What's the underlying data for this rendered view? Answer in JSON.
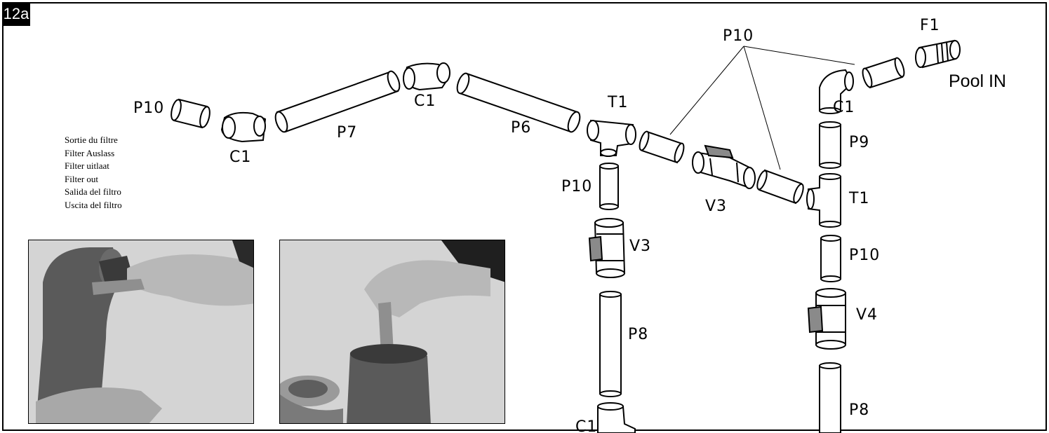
{
  "figure_number": "12a",
  "labels": {
    "p10_left": "P10",
    "c1_left": "C1",
    "p7": "P7",
    "c1_top": "C1",
    "p6": "P6",
    "t1_left": "T1",
    "p10_below_t1": "P10",
    "v3_vertical": "V3",
    "p8_left": "P8",
    "c1_bottom": "C1",
    "v3_horizontal": "V3",
    "p10_callout": "P10",
    "f1": "F1",
    "pool_in": "Pool IN",
    "c1_right": "C1",
    "p9": "P9",
    "t1_right": "T1",
    "p10_right": "P10",
    "v4": "V4",
    "p8_right": "P8"
  },
  "caption_lines": [
    "Sortie du filtre",
    "Filter Auslass",
    "Filter uitlaat",
    "Filter out",
    "Salida del filtro",
    "Uscita del filtro"
  ],
  "colors": {
    "ink": "#000000",
    "pipe_fill": "#ffffff",
    "valve_handle": "#8a8a8a",
    "photo_bg": "#d4d4d4",
    "photo_pipe": "#555555",
    "photo_hand": "#b8b8b8"
  }
}
